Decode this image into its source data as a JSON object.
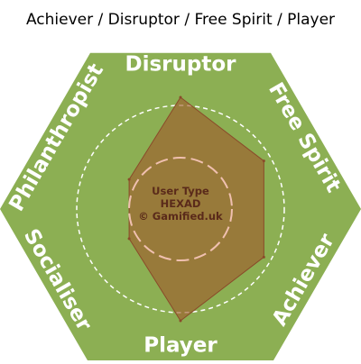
{
  "title": "Achiever / Disruptor / Free Spirit / Player",
  "chart_data": {
    "type": "radar",
    "title": "Achiever / Disruptor / Free Spirit / Player",
    "axes": [
      "Disruptor",
      "Free Spirit",
      "Achiever",
      "Player",
      "Socialiser",
      "Philanthropist"
    ],
    "values": [
      1.0,
      0.86,
      0.86,
      1.0,
      0.53,
      0.53
    ],
    "range": [
      0,
      1
    ],
    "grid": "dashed circles",
    "colors": {
      "background_hexagon": "#8caf53",
      "series_fill": "#a05a2c",
      "series_stroke": "#8a4a2a",
      "grid": "#ffffff",
      "inner_grid": "#f0c0b0"
    },
    "center_text": [
      "User Type",
      "HEXAD",
      "© Gamified.uk"
    ]
  }
}
